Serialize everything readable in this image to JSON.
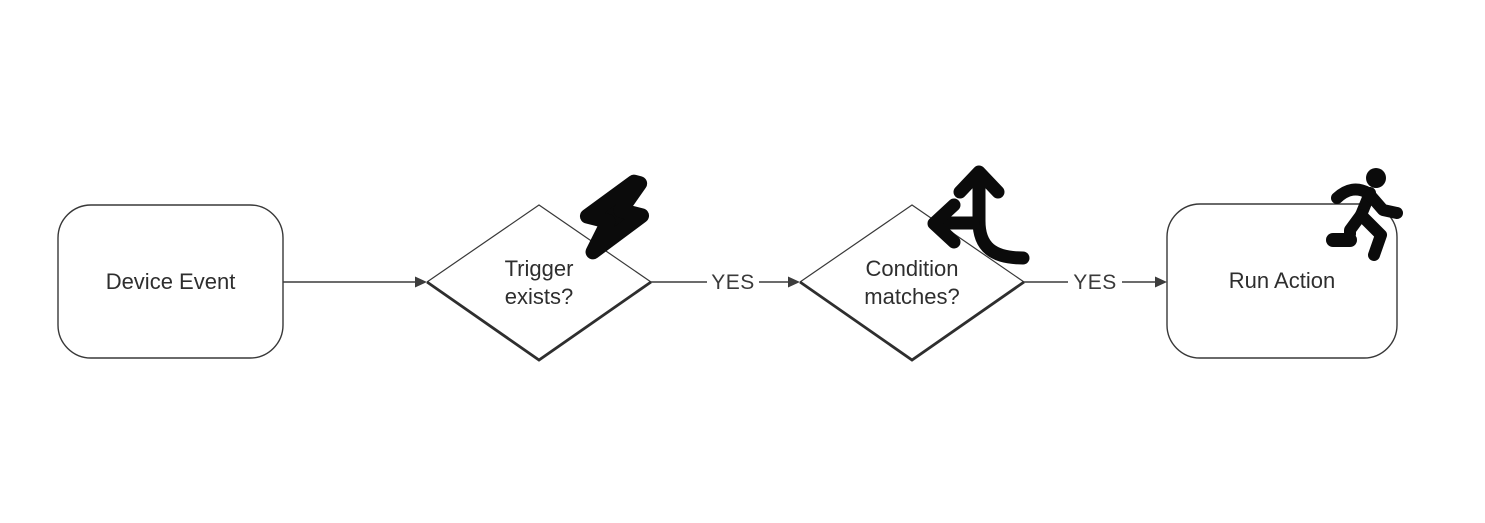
{
  "diagram": {
    "type": "flowchart",
    "direction": "left-to-right",
    "nodes": [
      {
        "id": "device-event",
        "shape": "rounded-rectangle",
        "label": "Device Event",
        "icon": null
      },
      {
        "id": "trigger-exists",
        "shape": "diamond",
        "label": "Trigger exists?",
        "icon": "lightning-bolt"
      },
      {
        "id": "condition-matches",
        "shape": "diamond",
        "label": "Condition matches?",
        "icon": "fork-arrows"
      },
      {
        "id": "run-action",
        "shape": "rounded-rectangle",
        "label": "Run Action",
        "icon": "running-person"
      }
    ],
    "edges": [
      {
        "from": "device-event",
        "to": "trigger-exists",
        "label": ""
      },
      {
        "from": "trigger-exists",
        "to": "condition-matches",
        "label": "YES"
      },
      {
        "from": "condition-matches",
        "to": "run-action",
        "label": "YES"
      }
    ],
    "colors": {
      "background": "#ffffff",
      "line": "#3c3c3c",
      "shape_border": "#383838",
      "shape_shadow_edge": "#2e2e2e",
      "text": "#2e2e2e",
      "icon": "#0b0b0b"
    }
  }
}
